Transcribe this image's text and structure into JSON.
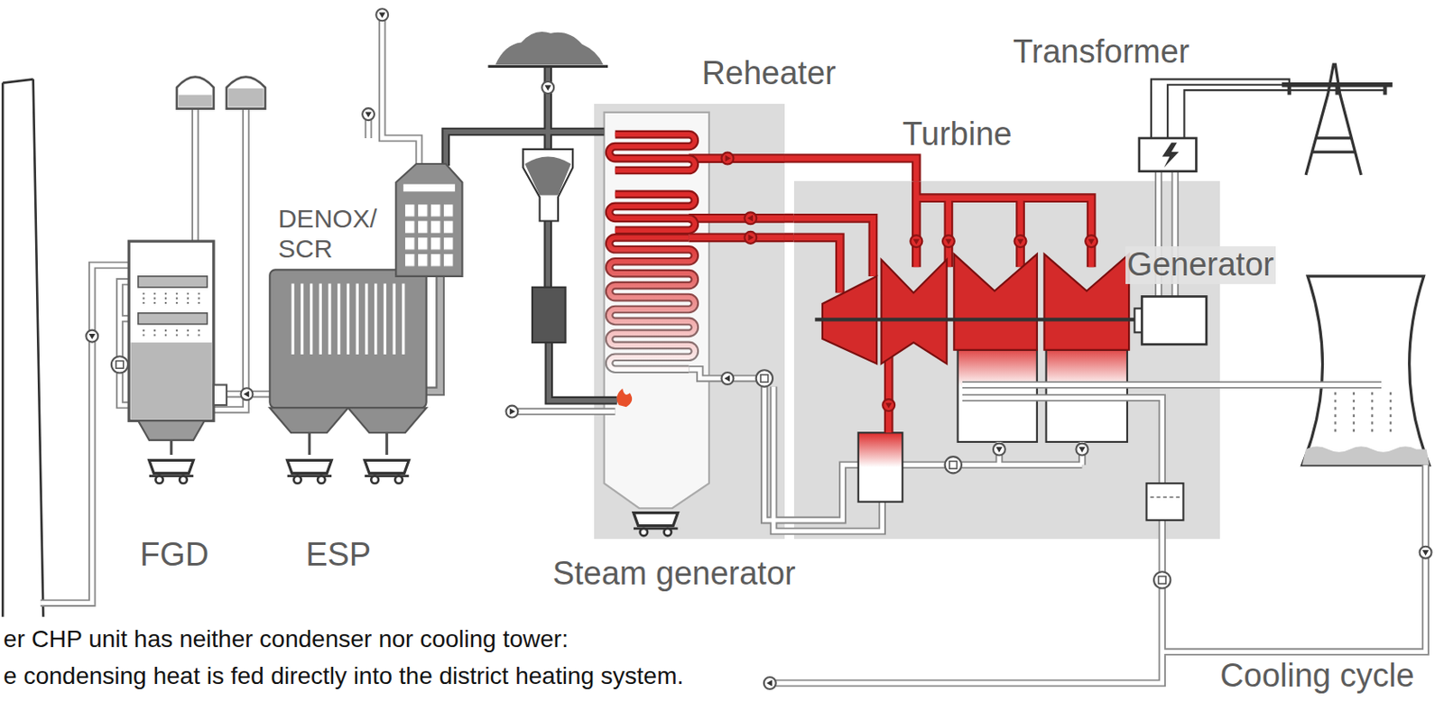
{
  "diagram": {
    "nodes": [
      {
        "text": [
          "Reheater",
          "Steam generator"
        ]
      },
      {
        "text": [
          "Turbine",
          "Generator"
        ]
      }
    ],
    "edges": [
      {
        "from": 0,
        "to": 1,
        "arrow": "none"
      },
      {
        "from": 0,
        "to": 1,
        "arrow": "none"
      },
      {
        "from": 0,
        "to": 1,
        "arrow": "none"
      }
    ],
    "labels": [
      "Transformer",
      "DENOX/ SCR",
      "FGD",
      "ESP",
      "er CHP unit has neither condenser nor cooling tower:",
      "e condensing heat is fed directly into the district heating system.",
      "Cooling cycle"
    ]
  }
}
